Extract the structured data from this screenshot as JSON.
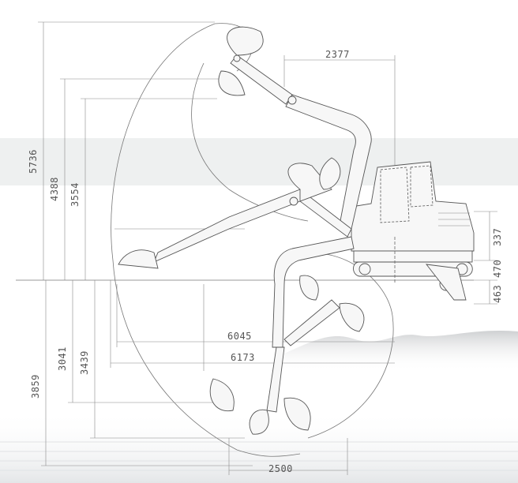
{
  "dimensions": {
    "top_width": "2377",
    "max_dig_height": "5736",
    "max_dump_height": "4388",
    "dump_height_2": "3554",
    "max_dig_depth": "3859",
    "vertical_wall_depth": "3041",
    "dig_depth_2": "3439",
    "ground_reach": "6045",
    "max_reach": "6173",
    "blade_height": "337",
    "blade_offset": "470",
    "blade_depth": "463",
    "bottom_width": "2500"
  },
  "colors": {
    "line": "#777777",
    "background_mist": "#e6e6e6",
    "mountain_shade": "#d6d6d6"
  }
}
